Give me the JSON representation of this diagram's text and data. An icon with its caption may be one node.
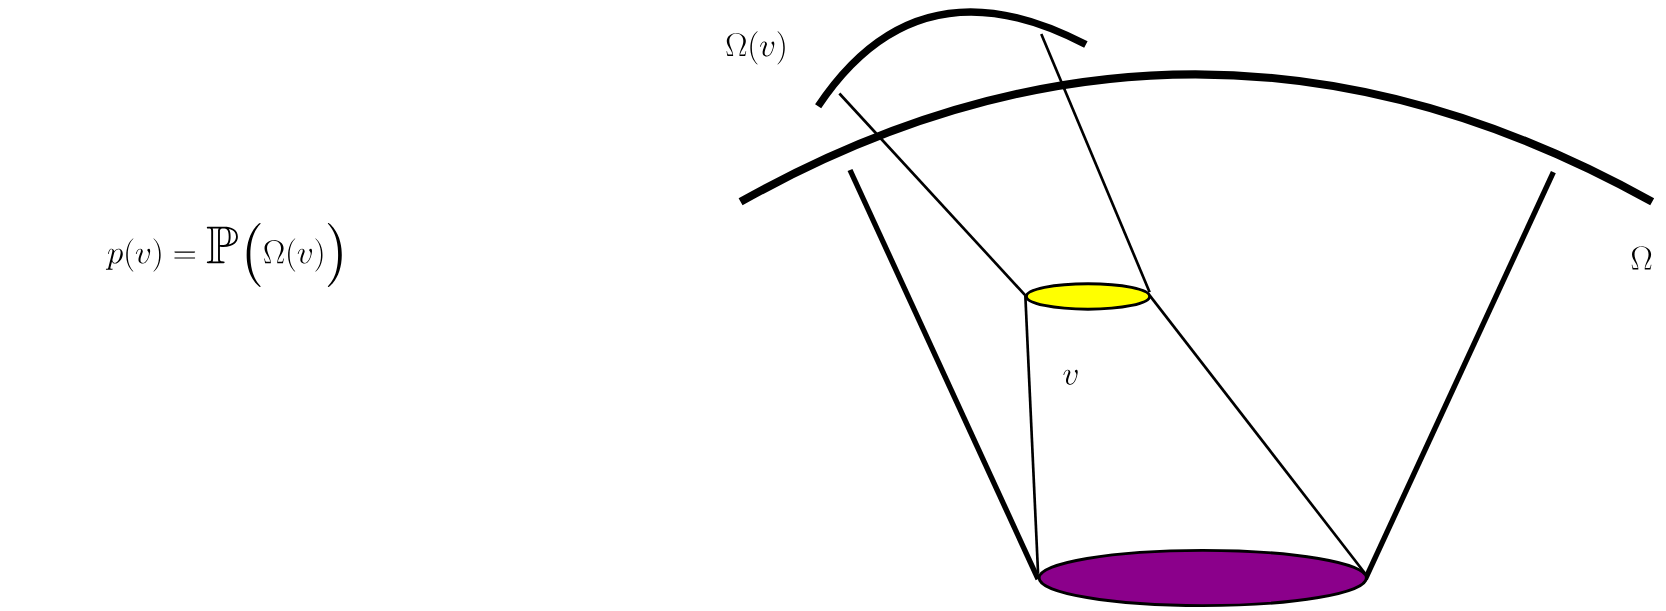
{
  "diagram": {
    "labels": [
      "p(v) = \\mathbb{P}\\big(\\Omega(v)\\big)",
      "\\Omega(v)",
      "\\Omega",
      "v"
    ]
  }
}
